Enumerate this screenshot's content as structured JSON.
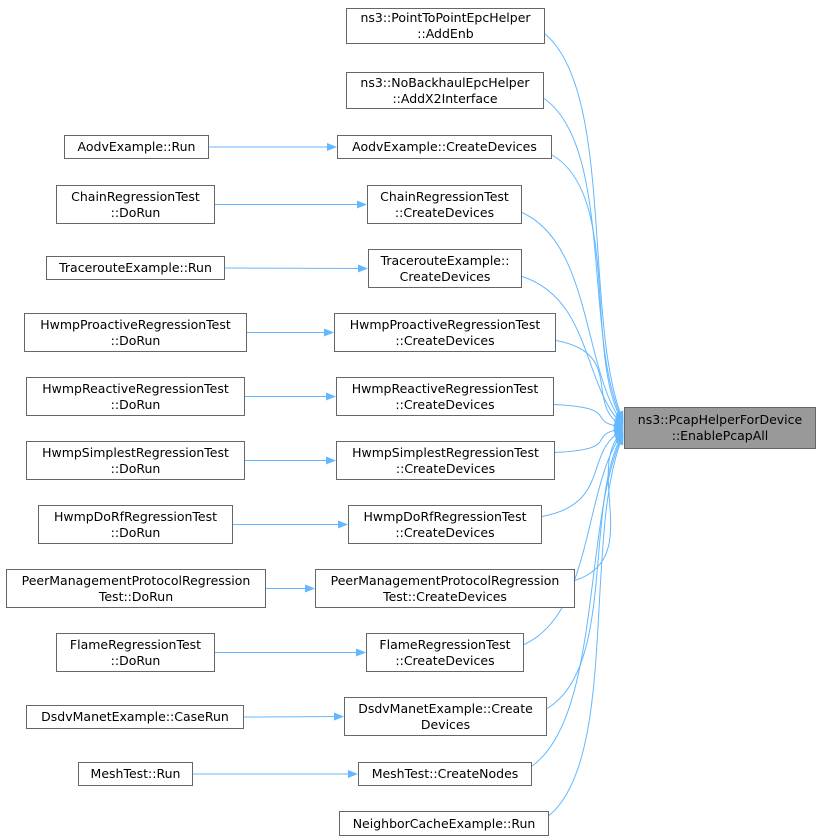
{
  "target": {
    "lines": [
      "ns3::PcapHelperForDevice",
      "::EnablePcapAll"
    ]
  },
  "callers": [
    {
      "id": "ptp-addenb",
      "lines": [
        "ns3::PointToPointEpcHelper",
        "::AddEnb"
      ]
    },
    {
      "id": "nobackhaul-addx2",
      "lines": [
        "ns3::NoBackhaulEpcHelper",
        "::AddX2Interface"
      ]
    },
    {
      "id": "aodv-createdevices",
      "lines": [
        "AodvExample::CreateDevices"
      ]
    },
    {
      "id": "chain-createdevices",
      "lines": [
        "ChainRegressionTest",
        "::CreateDevices"
      ]
    },
    {
      "id": "traceroute-createdevices",
      "lines": [
        "TracerouteExample::",
        "CreateDevices"
      ]
    },
    {
      "id": "hwmp-proactive-createdevices",
      "lines": [
        "HwmpProactiveRegressionTest",
        "::CreateDevices"
      ]
    },
    {
      "id": "hwmp-reactive-createdevices",
      "lines": [
        "HwmpReactiveRegressionTest",
        "::CreateDevices"
      ]
    },
    {
      "id": "hwmp-simplest-createdevices",
      "lines": [
        "HwmpSimplestRegressionTest",
        "::CreateDevices"
      ]
    },
    {
      "id": "hwmp-dorf-createdevices",
      "lines": [
        "HwmpDoRfRegressionTest",
        "::CreateDevices"
      ]
    },
    {
      "id": "peer-mgmt-createdevices",
      "lines": [
        "PeerManagementProtocolRegression",
        "Test::CreateDevices"
      ]
    },
    {
      "id": "flame-createdevices",
      "lines": [
        "FlameRegressionTest",
        "::CreateDevices"
      ]
    },
    {
      "id": "dsdv-createdevices",
      "lines": [
        "DsdvManetExample::Create",
        "Devices"
      ]
    },
    {
      "id": "mesh-createnodes",
      "lines": [
        "MeshTest::CreateNodes"
      ]
    },
    {
      "id": "neighborcache-run",
      "lines": [
        "NeighborCacheExample::Run"
      ]
    }
  ],
  "roots": [
    {
      "id": "aodv-run",
      "lines": [
        "AodvExample::Run"
      ],
      "calls": "aodv-createdevices"
    },
    {
      "id": "chain-dorun",
      "lines": [
        "ChainRegressionTest",
        "::DoRun"
      ],
      "calls": "chain-createdevices"
    },
    {
      "id": "traceroute-run",
      "lines": [
        "TracerouteExample::Run"
      ],
      "calls": "traceroute-createdevices"
    },
    {
      "id": "hwmp-proactive-dorun",
      "lines": [
        "HwmpProactiveRegressionTest",
        "::DoRun"
      ],
      "calls": "hwmp-proactive-createdevices"
    },
    {
      "id": "hwmp-reactive-dorun",
      "lines": [
        "HwmpReactiveRegressionTest",
        "::DoRun"
      ],
      "calls": "hwmp-reactive-createdevices"
    },
    {
      "id": "hwmp-simplest-dorun",
      "lines": [
        "HwmpSimplestRegressionTest",
        "::DoRun"
      ],
      "calls": "hwmp-simplest-createdevices"
    },
    {
      "id": "hwmp-dorf-dorun",
      "lines": [
        "HwmpDoRfRegressionTest",
        "::DoRun"
      ],
      "calls": "hwmp-dorf-createdevices"
    },
    {
      "id": "peer-mgmt-dorun",
      "lines": [
        "PeerManagementProtocolRegression",
        "Test::DoRun"
      ],
      "calls": "peer-mgmt-createdevices"
    },
    {
      "id": "flame-dorun",
      "lines": [
        "FlameRegressionTest",
        "::DoRun"
      ],
      "calls": "flame-createdevices"
    },
    {
      "id": "dsdv-caserun",
      "lines": [
        "DsdvManetExample::CaseRun"
      ],
      "calls": "dsdv-createdevices"
    },
    {
      "id": "mesh-run",
      "lines": [
        "MeshTest::Run"
      ],
      "calls": "mesh-createnodes"
    }
  ],
  "colors": {
    "edge": "#63b8ff",
    "node_border": "#666666",
    "target_fill": "#999999"
  }
}
